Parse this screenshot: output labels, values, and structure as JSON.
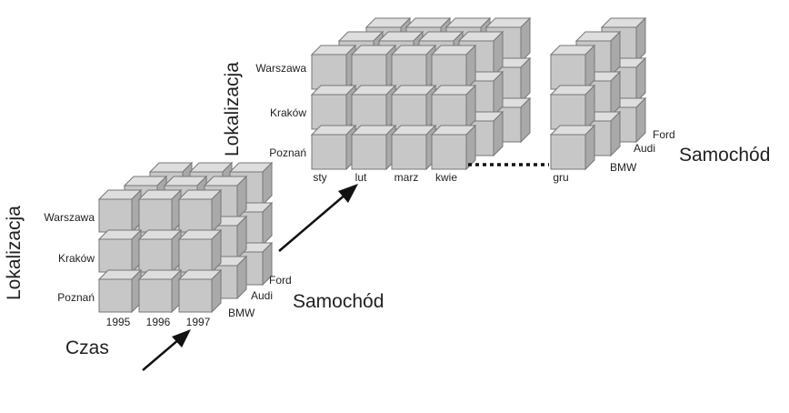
{
  "cube_left": {
    "axis_location": "Lokalizacja",
    "axis_time": "Czas",
    "axis_car": "Samochód",
    "cities": [
      "Warszawa",
      "Kraków",
      "Poznań"
    ],
    "years": [
      "1995",
      "1996",
      "1997"
    ],
    "cars": [
      "BMW",
      "Audi",
      "Ford"
    ]
  },
  "cube_right": {
    "axis_location": "Lokalizacja",
    "axis_car": "Samochód",
    "cities": [
      "Warszawa",
      "Kraków",
      "Poznań"
    ],
    "months": [
      "sty",
      "lut",
      "marz",
      "kwie"
    ],
    "last_month": "gru",
    "cars": [
      "BMW",
      "Audi",
      "Ford"
    ]
  },
  "colors": {
    "cube_front": "#c7c7c7",
    "cube_top": "#dedede",
    "cube_side": "#a9a9a9",
    "edge": "#777777",
    "arrow": "#111111"
  }
}
